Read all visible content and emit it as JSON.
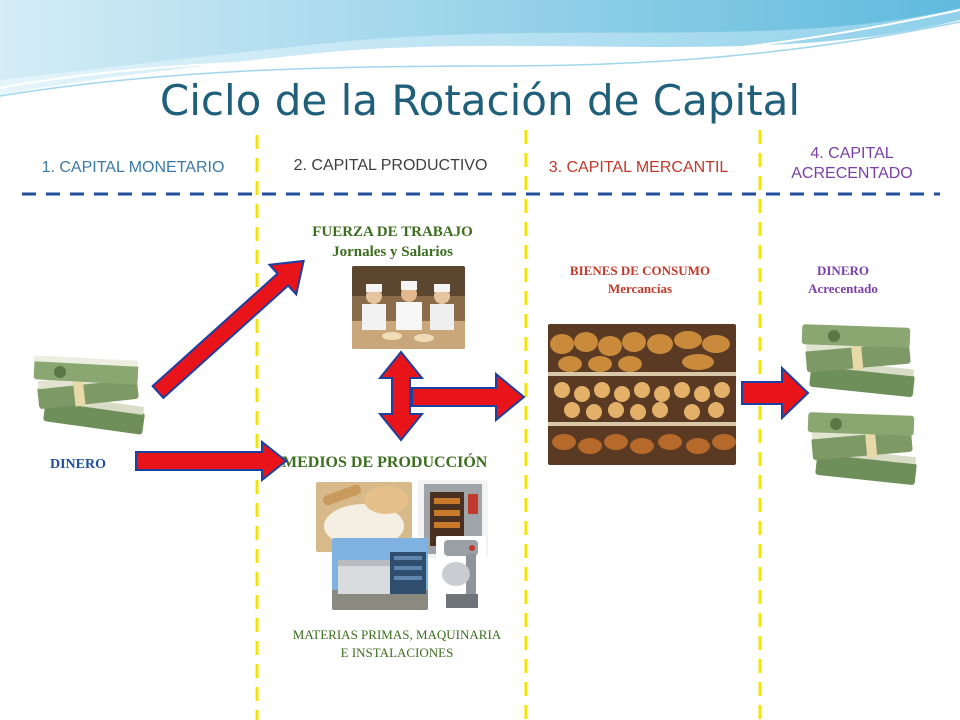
{
  "title": "Ciclo de la Rotación de Capital",
  "stages": [
    {
      "label": "1. CAPITAL MONETARIO",
      "color": "#3a79a8"
    },
    {
      "label": "2. CAPITAL PRODUCTIVO",
      "color": "#3f3f3f"
    },
    {
      "label": "3. CAPITAL MERCANTIL",
      "color": "#c0392b"
    },
    {
      "label_line1": "4. CAPITAL",
      "label_line2": "ACRECENTADO",
      "color": "#7a3fa8"
    }
  ],
  "labels": {
    "fuerza_title": "FUERZA DE TRABAJO",
    "fuerza_sub": "Jornales y Salarios",
    "bienes_title": "BIENES DE CONSUMO",
    "bienes_sub": "Mercancías",
    "dinero_final_title": "DINERO",
    "dinero_final_sub": "Acrecentado",
    "dinero": "DINERO",
    "medios": "MEDIOS DE PRODUCCIÓN",
    "materias_line1": "MATERIAS PRIMAS, MAQUINARIA",
    "materias_line2": "E INSTALACIONES"
  },
  "colors": {
    "title": "#1f5f7a",
    "arrow_fill": "#e8141a",
    "arrow_stroke": "#1c3fa0",
    "divider_dashed": "#1f4e9a",
    "divider_vertical": "#f2e600",
    "serif_label": "#3b6e1e",
    "serif_label_red": "#c0392b",
    "serif_label_purple": "#7a3fa8"
  }
}
